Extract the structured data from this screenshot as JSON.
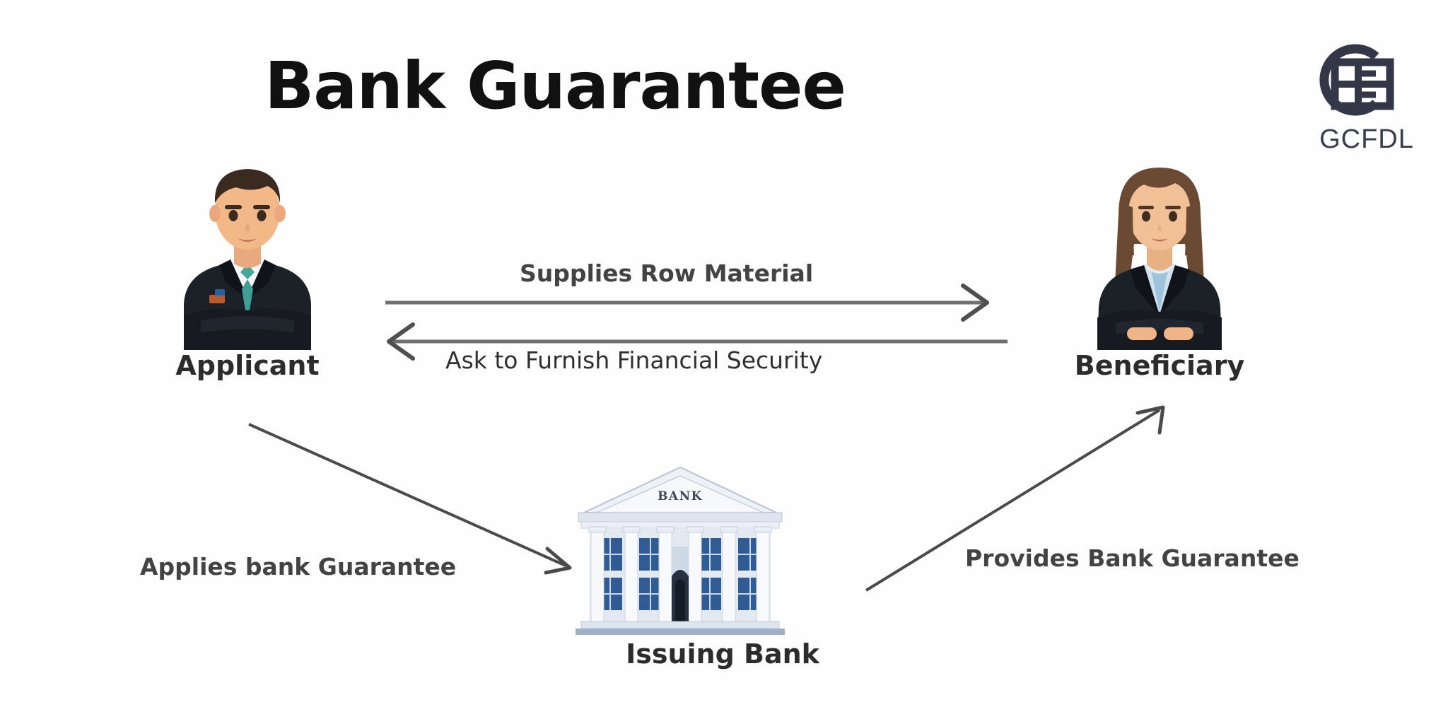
{
  "page": {
    "title": "Bank Guarantee",
    "background_color": "#ffffff"
  },
  "logo": {
    "mark_name": "gcfdl-monogram",
    "text": "GCFDL",
    "color": "#3a3d4d"
  },
  "actors": {
    "applicant": {
      "label": "Applicant",
      "icon_name": "businessman-avatar",
      "suit_color": "#1c1f26",
      "tie_color": "#3f9e96",
      "hair_color": "#3b2a20",
      "skin_color": "#f0b890"
    },
    "beneficiary": {
      "label": "Beneficiary",
      "icon_name": "businesswoman-avatar",
      "blazer_color": "#1c1f26",
      "blouse_color": "#cfe0ef",
      "hair_color": "#6b4a33",
      "skin_color": "#f2c096"
    },
    "issuing_bank": {
      "label": "Issuing Bank",
      "icon_name": "bank-building",
      "pediment_text": "BANK",
      "facade_color": "#e8ecf2",
      "window_color": "#2f5d93",
      "column_color": "#f4f6f9",
      "door_color": "#1a2230"
    }
  },
  "flows": [
    {
      "id": "supplies-row-material",
      "label": "Supplies Row Material",
      "from": "Applicant",
      "to": "Beneficiary",
      "direction": "right",
      "weight": "bold"
    },
    {
      "id": "ask-to-furnish-financial-security",
      "label": "Ask to Furnish Financial Security",
      "from": "Beneficiary",
      "to": "Applicant",
      "direction": "left",
      "weight": "regular"
    },
    {
      "id": "applies-bank-guarantee",
      "label": "Applies bank Guarantee",
      "from": "Applicant",
      "to": "Issuing Bank",
      "direction": "down-right",
      "weight": "bold"
    },
    {
      "id": "provides-bank-guarantee",
      "label": "Provides Bank Guarantee",
      "from": "Issuing Bank",
      "to": "Beneficiary",
      "direction": "up-right",
      "weight": "bold"
    }
  ],
  "style": {
    "arrow_color": "#6f6f6f",
    "diagonal_arrow_color": "#4a4a4a",
    "text_color": "#2c2c2c"
  }
}
